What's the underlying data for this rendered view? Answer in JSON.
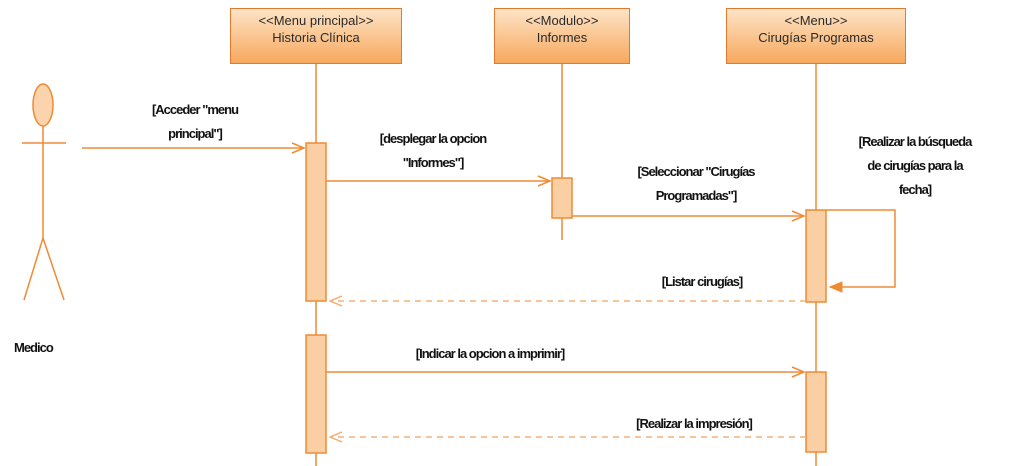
{
  "actor": {
    "name": "Medico",
    "icon": "stick-figure-actor"
  },
  "lifelines": [
    {
      "stereotype": "<<Menu principal>>",
      "name": "Historia Clínica"
    },
    {
      "stereotype": "<<Modulo>>",
      "name": "Informes"
    },
    {
      "stereotype": "<<Menu>>",
      "name": "Cirugías  Programas"
    }
  ],
  "messages": [
    {
      "label": "[Acceder \"menu\nprincipal\"]",
      "kind": "call"
    },
    {
      "label": "[desplegar la opcion\n\"Informes\"]",
      "kind": "call"
    },
    {
      "label": "[Seleccionar \"Cirugías\nProgramadas\"]",
      "kind": "call"
    },
    {
      "label": "[Realizar la búsqueda\nde cirugías para la\nfecha]",
      "kind": "self"
    },
    {
      "label": "[Listar cirugías]",
      "kind": "return"
    },
    {
      "label": "[Indicar la opcion a imprimir]",
      "kind": "call"
    },
    {
      "label": "[Realizar la impresión]",
      "kind": "return"
    }
  ],
  "colors": {
    "stroke": "#f08a33",
    "fill_top": "#fde4c6",
    "fill_bottom": "#f7a85e",
    "dashed": "#f4b27a"
  }
}
